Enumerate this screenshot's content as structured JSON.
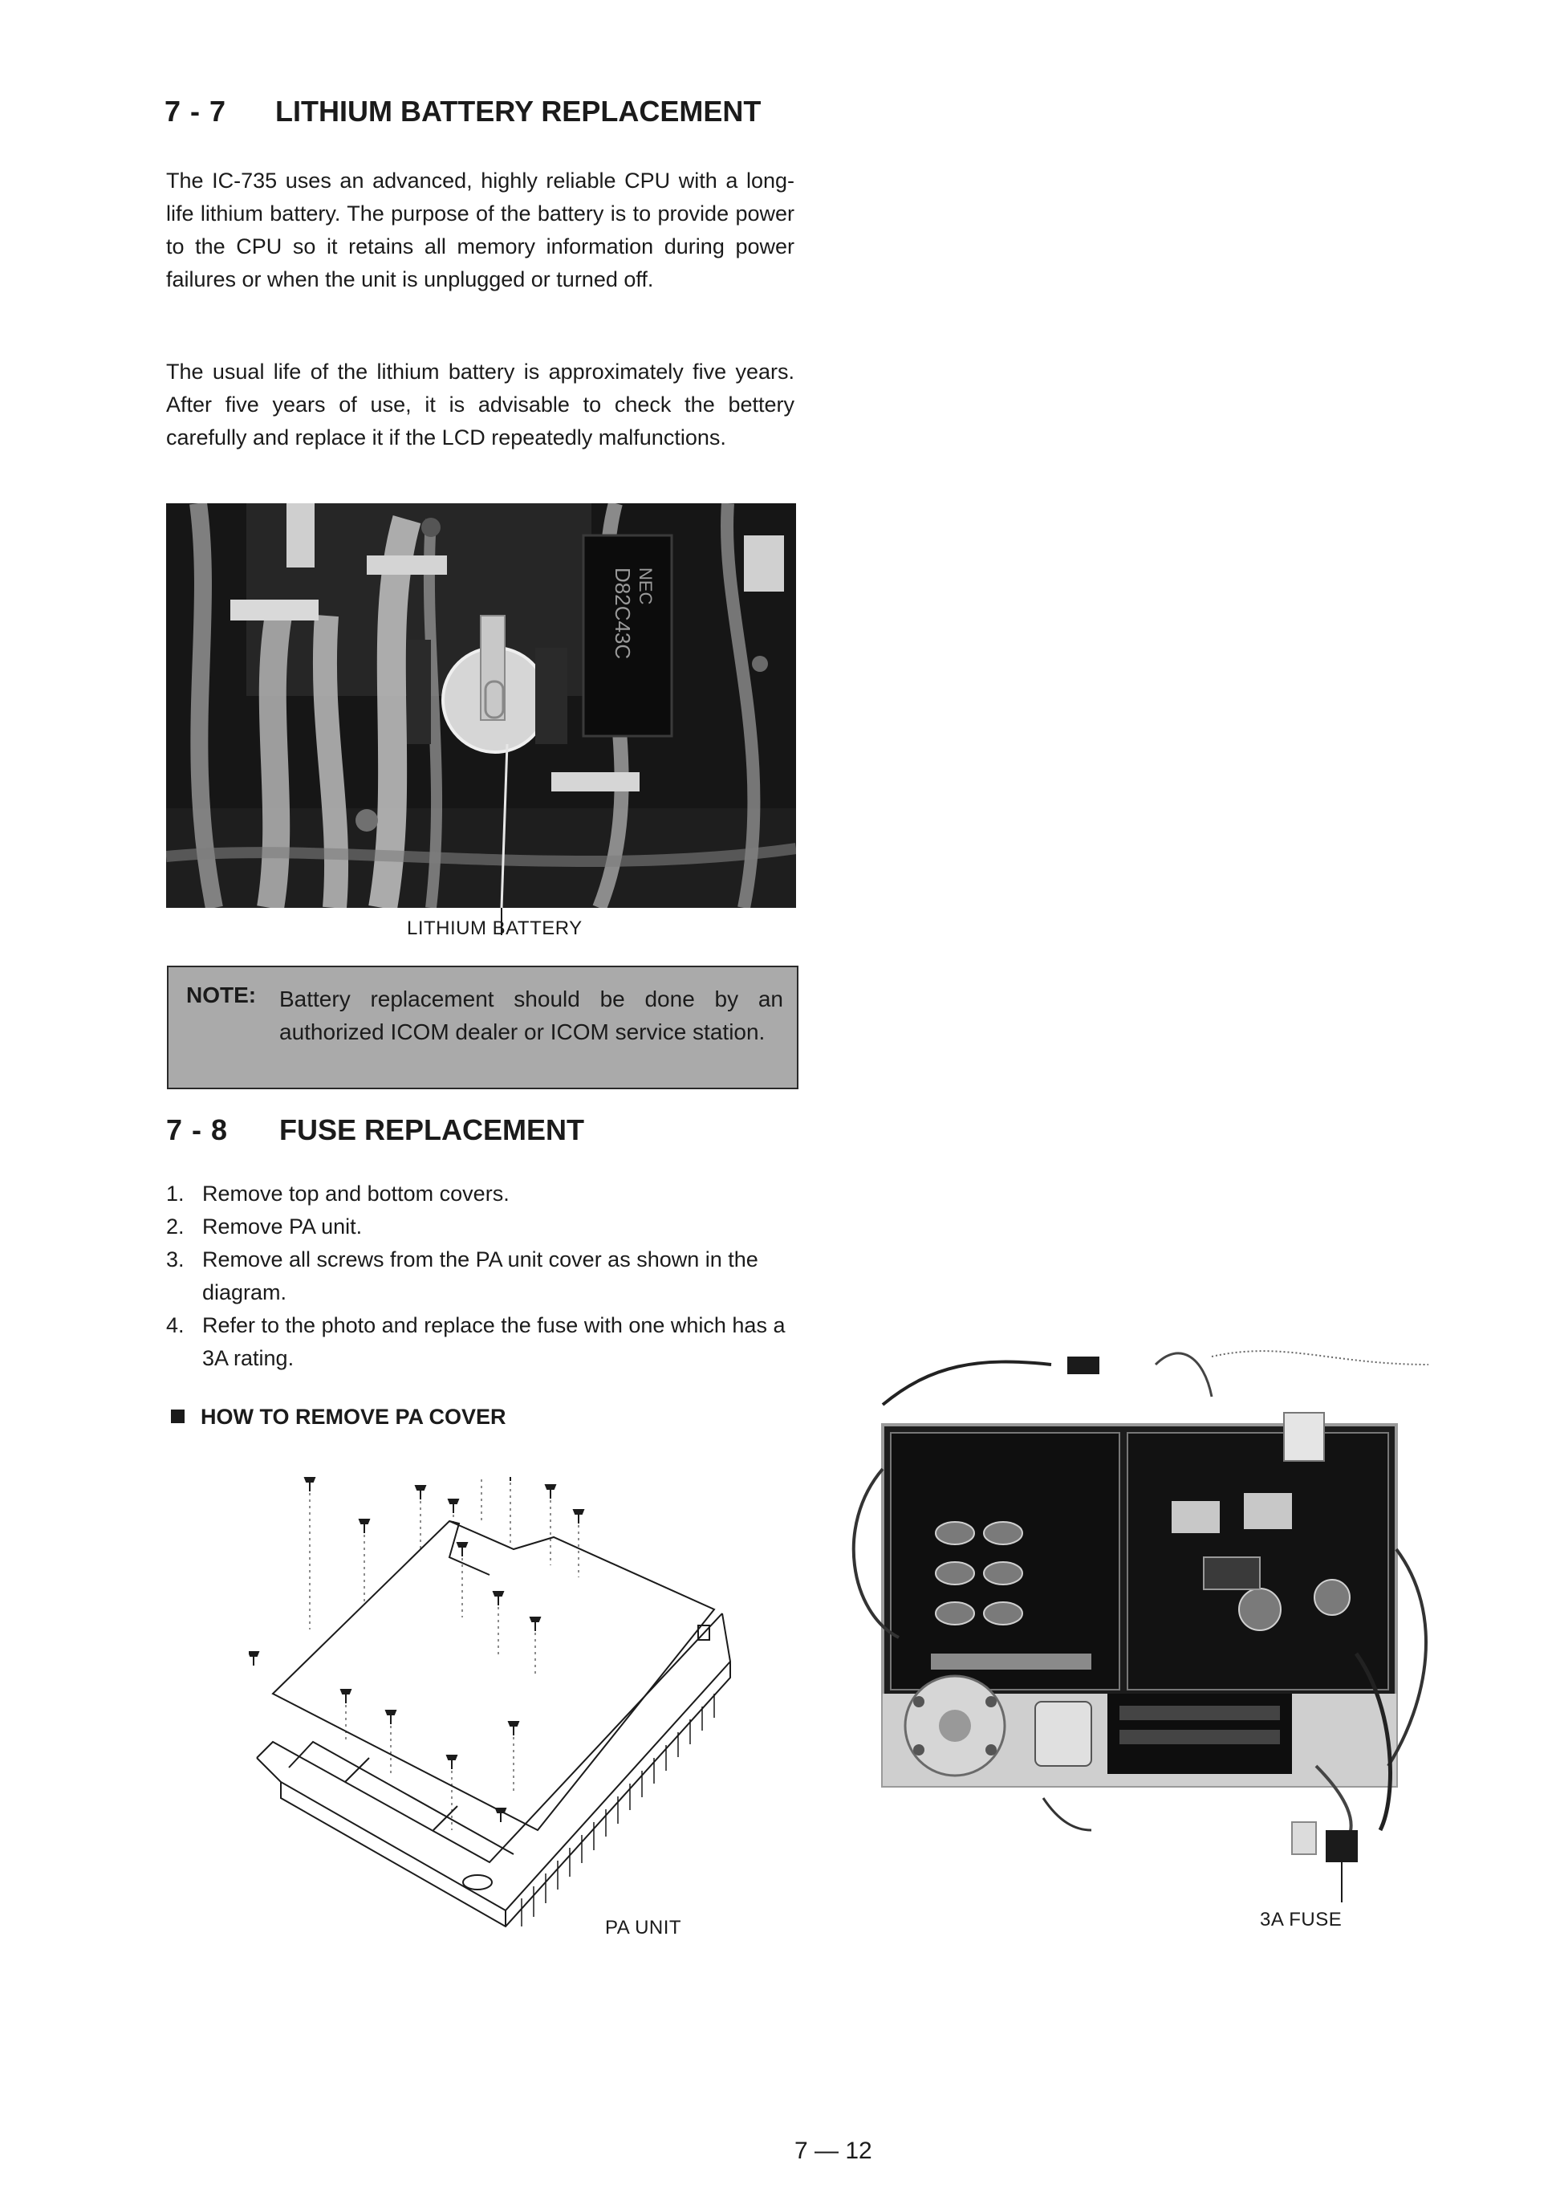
{
  "section_77": {
    "number": "7 - 7",
    "title": "LITHIUM BATTERY REPLACEMENT",
    "paragraph1": "The IC-735 uses an advanced, highly reliable CPU with a long-life lithium battery. The purpose of the battery is to provide power to the CPU so it retains all memory information during power failures or when the unit is unplugged or turned off.",
    "paragraph2": "The usual life of the lithium battery is approximately five years. After five years of use, it is advisable to check the bettery carefully and replace it if the LCD repeatedly malfunctions.",
    "photo_caption": "LITHIUM BATTERY",
    "photo_labels": [
      "NEC",
      "D82C43C"
    ],
    "note": {
      "label": "NOTE:",
      "text": "Battery replacement should be done by an authorized ICOM dealer or ICOM service station."
    }
  },
  "section_78": {
    "number": "7 - 8",
    "title": "FUSE REPLACEMENT",
    "steps": [
      {
        "n": "1.",
        "text": "Remove top and bottom covers."
      },
      {
        "n": "2.",
        "text": "Remove PA unit."
      },
      {
        "n": "3.",
        "text": "Remove all screws from the PA unit cover as shown in the diagram."
      },
      {
        "n": "4.",
        "text": "Refer to the photo and replace the fuse with one which has a 3A rating."
      }
    ],
    "subheading": "HOW TO REMOVE PA COVER",
    "diagram_caption": "PA UNIT",
    "fuse_caption": "3A FUSE"
  },
  "footer": {
    "page_number": "7 — 12"
  }
}
